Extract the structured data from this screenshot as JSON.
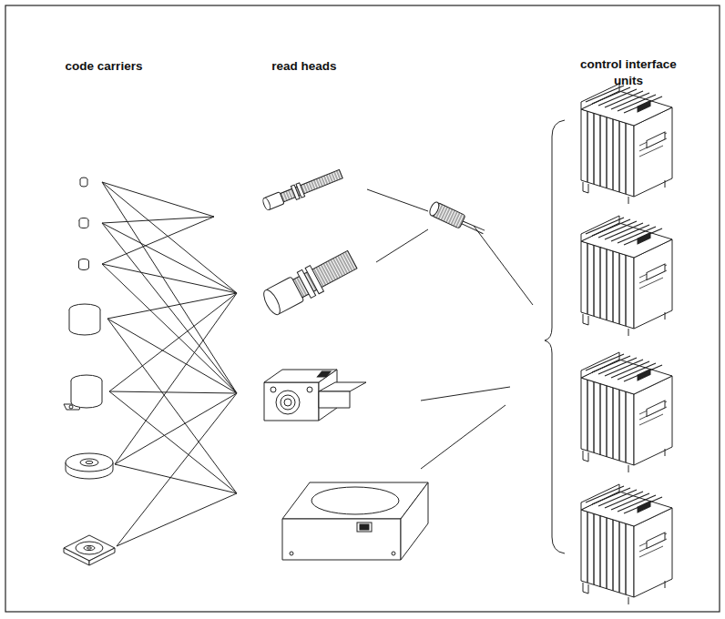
{
  "diagram": {
    "labels": [
      "code carriers",
      "read heads",
      "control interface units"
    ]
  }
}
